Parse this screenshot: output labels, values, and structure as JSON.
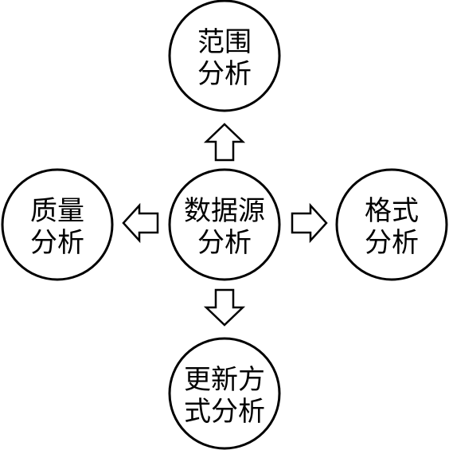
{
  "diagram": {
    "center": {
      "line1": "数据源",
      "line2": "分析"
    },
    "top": {
      "line1": "范围",
      "line2": "分析"
    },
    "left": {
      "line1": "质量",
      "line2": "分析"
    },
    "right": {
      "line1": "格式",
      "line2": "分析"
    },
    "bottom": {
      "line1": "更新方",
      "line2": "式分析"
    }
  },
  "colors": {
    "stroke": "#000000",
    "fill": "#ffffff"
  }
}
